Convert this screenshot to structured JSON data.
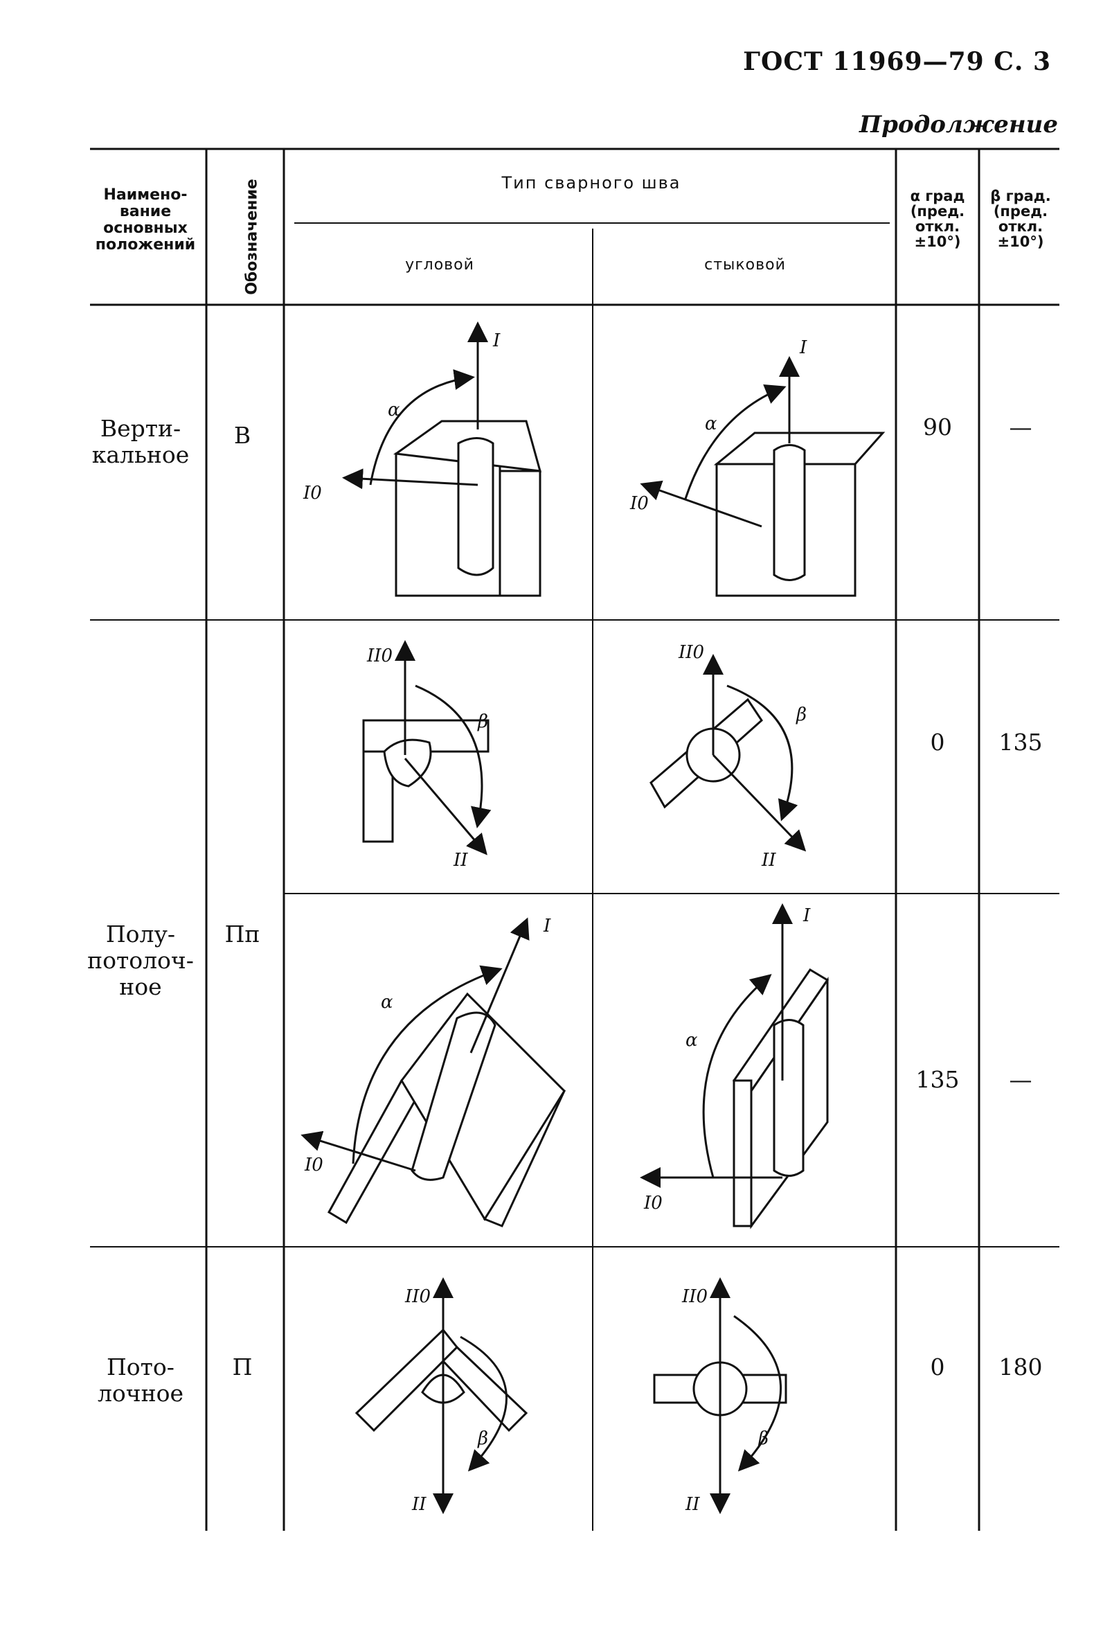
{
  "page_header": "ГОСТ 11969—79 С. 3",
  "continuation": "Продолжение",
  "table": {
    "headers": {
      "name": "Наимено-вание основных положений",
      "designation": "Обозначение",
      "weld_type": "Тип сварного шва",
      "fillet": "угловой",
      "butt": "стыковой",
      "alpha": "α град (пред. откл. ±10°)",
      "beta": "β град. (пред. откл. ±10°)"
    },
    "rows": [
      {
        "name": "Верти-кальное",
        "designation": "В",
        "alpha_v": "90",
        "beta_v": "—"
      },
      {
        "name": "Полу-потолоч-ное",
        "designation": "Пп",
        "alpha_sub1": "0",
        "beta_sub1": "135",
        "alpha_sub2": "135",
        "beta_sub2": "—"
      },
      {
        "name": "Пото-лочное",
        "designation": "П",
        "alpha_v": "0",
        "beta_v": "180"
      }
    ]
  },
  "figure_labels": {
    "axis_I": "I",
    "axis_I0": "I0",
    "axis_II": "II",
    "axis_II0": "II0",
    "alpha": "α",
    "beta": "β"
  }
}
